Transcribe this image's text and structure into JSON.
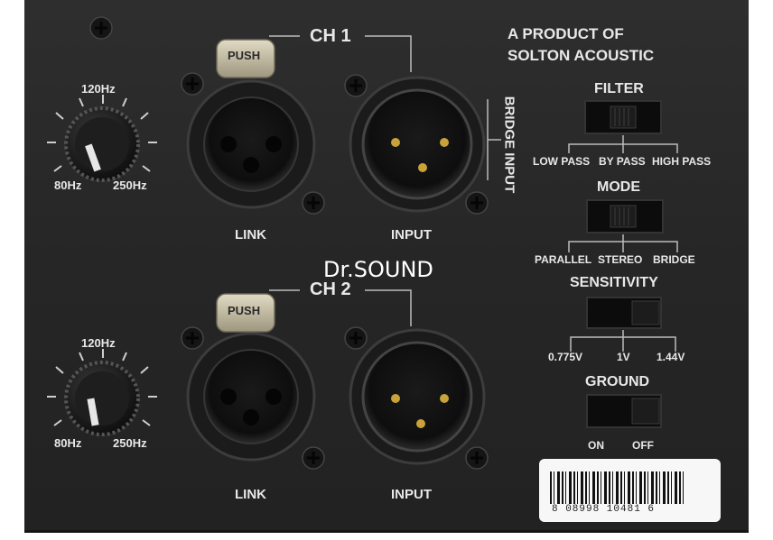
{
  "brand": {
    "line1": "A PRODUCT OF",
    "line2": "SOLTON ACOUSTIC"
  },
  "watermark": "Dr.SOUND",
  "channels": [
    {
      "title": "CH 1",
      "push": "PUSH",
      "link": "LINK",
      "input": "INPUT",
      "knob": {
        "top": "120Hz",
        "left": "80Hz",
        "right": "250Hz"
      }
    },
    {
      "title": "CH 2",
      "push": "PUSH",
      "link": "LINK",
      "input": "INPUT",
      "knob": {
        "top": "120Hz",
        "left": "80Hz",
        "right": "250Hz"
      }
    }
  ],
  "bridge_input": "BRIDGE INPUT",
  "switches": {
    "filter": {
      "title": "FILTER",
      "options": [
        "LOW PASS",
        "BY PASS",
        "HIGH PASS"
      ]
    },
    "mode": {
      "title": "MODE",
      "options": [
        "PARALLEL",
        "STEREO",
        "BRIDGE"
      ]
    },
    "sensitivity": {
      "title": "SENSITIVITY",
      "options": [
        "0.775V",
        "1V",
        "1.44V"
      ]
    },
    "ground": {
      "title": "GROUND",
      "options": [
        "ON",
        "OFF"
      ]
    }
  },
  "barcode": {
    "number": "8 08998 10481 6"
  },
  "colors": {
    "panel": "#262626",
    "text": "#e8e8e8",
    "pin": "#c9a23a",
    "push_tab": "#c9c1a8"
  }
}
